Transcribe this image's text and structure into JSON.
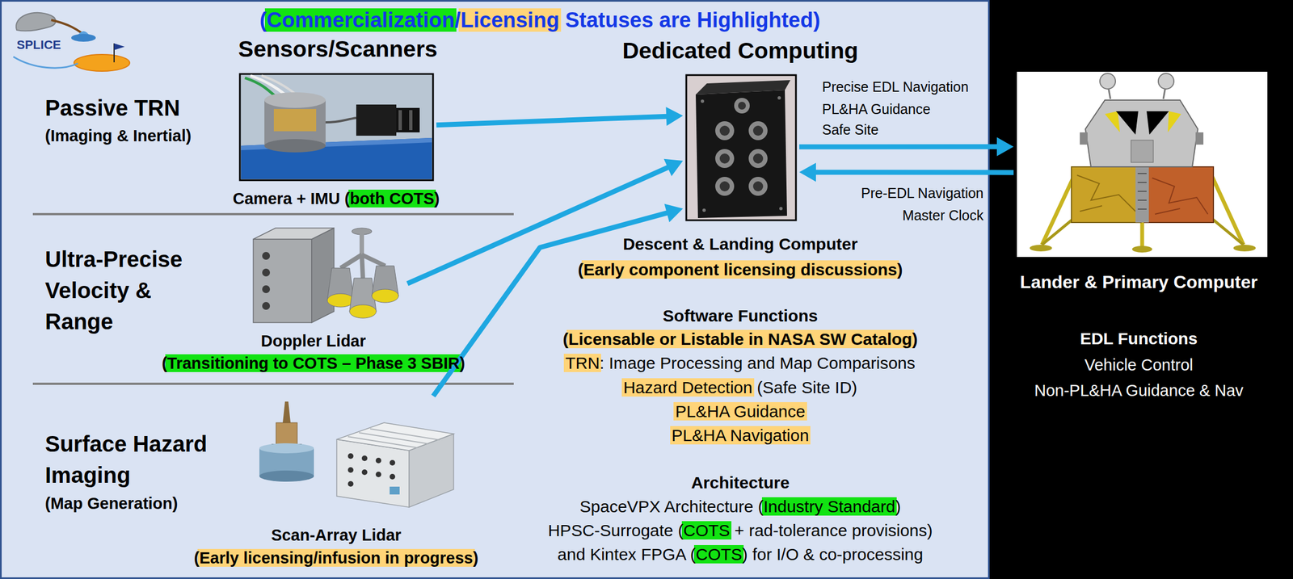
{
  "diagram": {
    "title": "(Commercialization/Licensing Statuses are Highlighted)",
    "nodes": [
      {
        "text": [
          "Camera + IMU (both COTS)"
        ]
      },
      {
        "text": [
          "Doppler Lidar",
          "(Transitioning to COTS – Phase 3 SBIR)"
        ]
      },
      {
        "text": [
          "Scan-Array Lidar",
          "(Early licensing/infusion in progress)"
        ]
      },
      {
        "text": [
          "Descent & Landing Computer",
          "(Early component licensing discussions)"
        ]
      },
      {
        "text": [
          "Lander & Primary Computer"
        ]
      }
    ],
    "edges": [
      {
        "from": 0,
        "to": 3,
        "arrow": "to"
      },
      {
        "from": 1,
        "to": 3,
        "arrow": "to"
      },
      {
        "from": 2,
        "to": 3,
        "arrow": "to"
      },
      {
        "from": 3,
        "to": 4,
        "arrow": "to"
      },
      {
        "from": 4,
        "to": 3,
        "arrow": "to"
      }
    ],
    "labels": [
      "SPLICE",
      "Sensors/Scanners",
      "Dedicated Computing",
      "Passive TRN",
      "(Imaging & Inertial)",
      "Ultra-Precise Velocity & Range",
      "Surface Hazard Imaging",
      "(Map Generation)",
      "Precise EDL Navigation",
      "PL&HA Guidance",
      "Safe Site",
      "Pre-EDL Navigation",
      "Master Clock",
      "Software Functions",
      "(Licensable or Listable in NASA SW Catalog)",
      "TRN: Image Processing and Map Comparisons",
      "Hazard Detection (Safe Site ID)",
      "PL&HA Guidance",
      "PL&HA Navigation",
      "Architecture",
      "SpaceVPX Architecture (Industry Standard)",
      "HPSC-Surrogate (COTS + rad-tolerance provisions)",
      "and Kintex FPGA (COTS) for I/O & co-processing",
      "EDL Functions",
      "Vehicle Control",
      "Non-PL&HA Guidance & Nav"
    ]
  }
}
